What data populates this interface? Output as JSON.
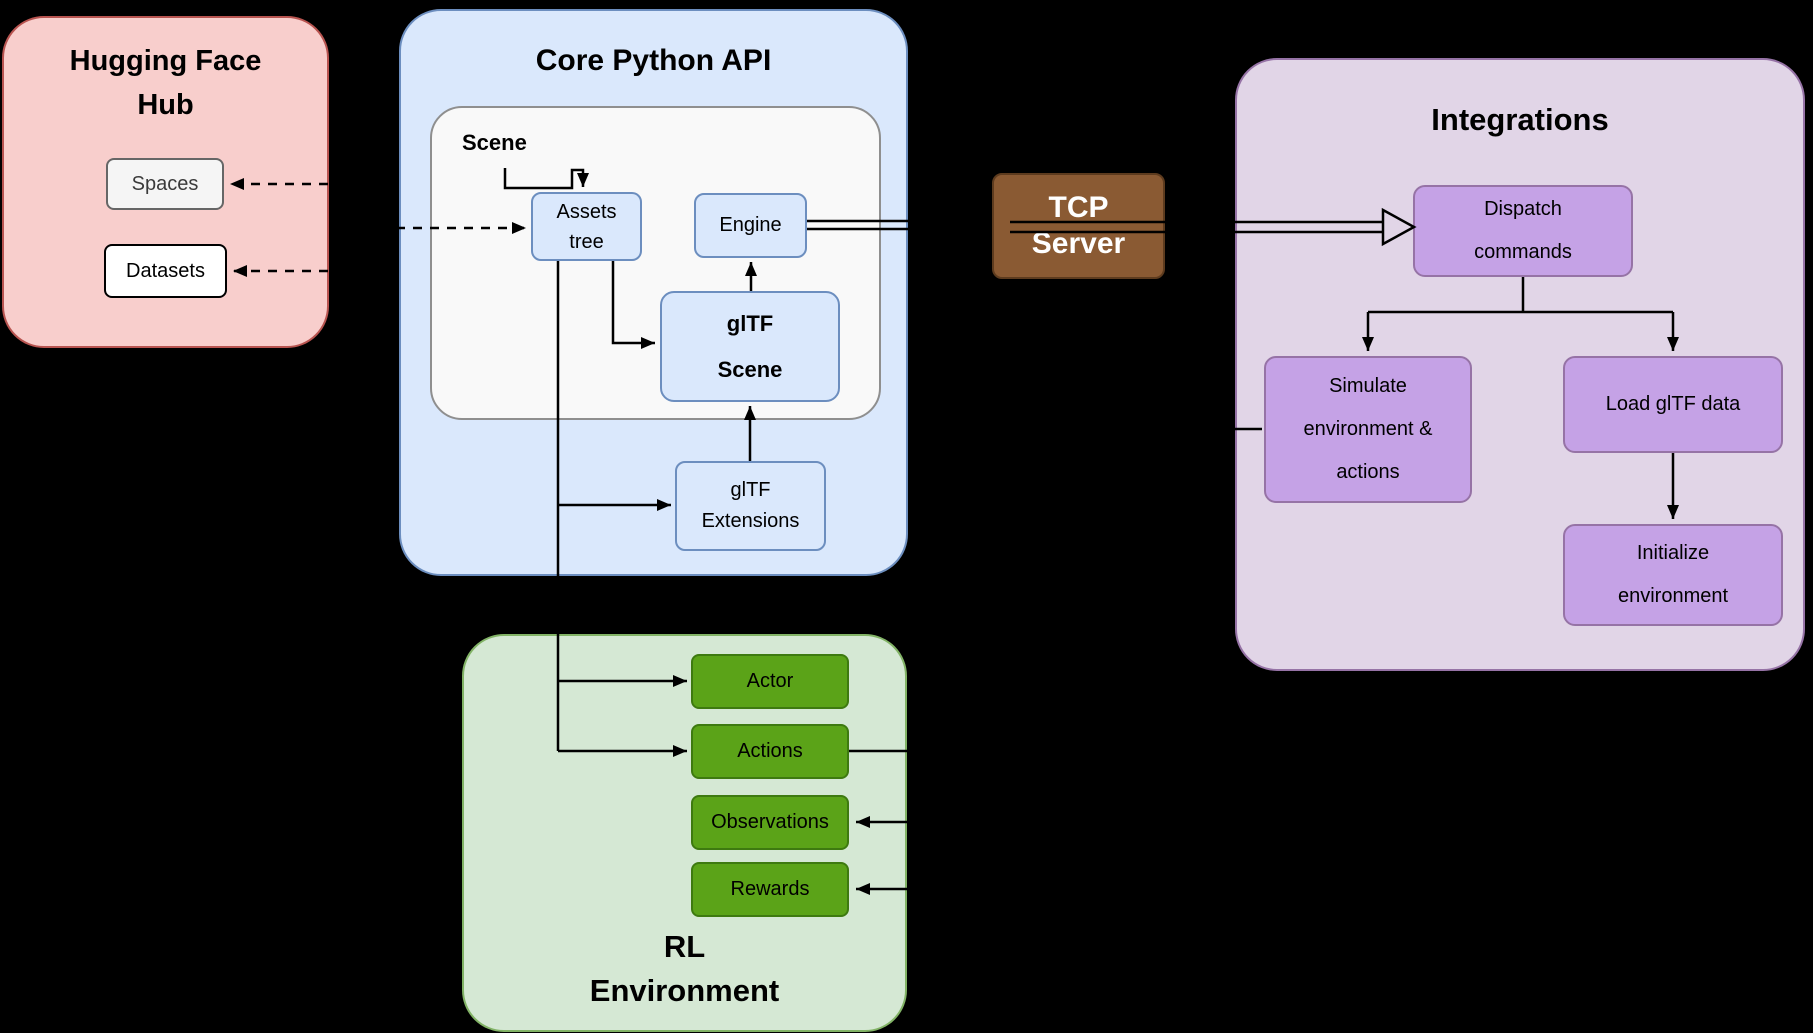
{
  "diagram": {
    "background": "#000000",
    "hugging_face_hub": {
      "title": "Hugging Face Hub",
      "spaces": "Spaces",
      "datasets": "Datasets"
    },
    "core_python_api": {
      "title": "Core Python API",
      "scene_label": "Scene",
      "assets_tree": "Assets tree",
      "engine": "Engine",
      "gltf_scene": "glTF Scene",
      "gltf_extensions": "glTF Extensions"
    },
    "tcp_server": {
      "title": "TCP Server"
    },
    "integrations": {
      "title": "Integrations",
      "dispatch_commands": "Dispatch commands",
      "simulate": "Simulate environment & actions",
      "load_gltf": "Load glTF data",
      "initialize": "Initialize environment"
    },
    "rl_environment": {
      "title": "RL Environment",
      "actor": "Actor",
      "actions": "Actions",
      "observations": "Observations",
      "rewards": "Rewards"
    },
    "colors": {
      "hf_fill": "#f8cecc",
      "hf_stroke": "#b85450",
      "blue_fill": "#dae8fc",
      "blue_stroke": "#6c8ebf",
      "scene_container_fill": "#f9f9f9",
      "scene_container_stroke": "#8f8f8f",
      "brown_fill": "#8a5a33",
      "brown_stroke": "#5d3b1e",
      "purple_fill": "#e1d5e7",
      "purple_stroke": "#9673a6",
      "purple_node_fill": "#c5a2e6",
      "green_fill": "#d5e8d4",
      "green_stroke": "#82b366",
      "green_node_fill": "#5ba318",
      "green_node_stroke": "#3e7a10",
      "connector": "#000000"
    }
  }
}
